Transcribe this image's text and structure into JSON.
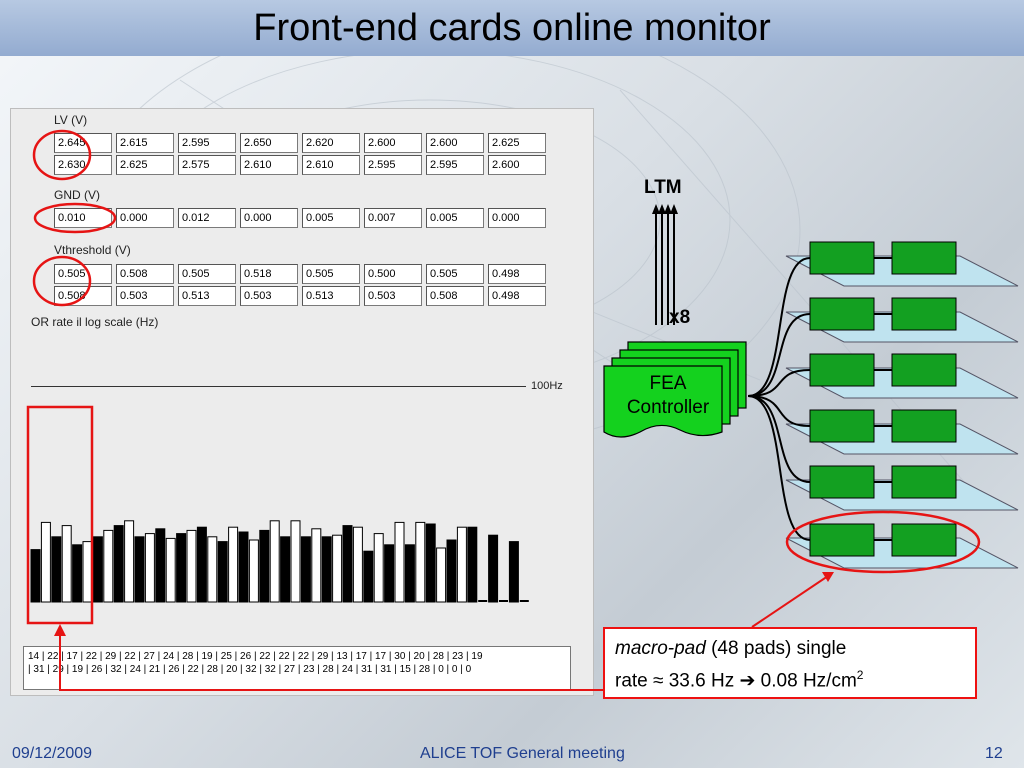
{
  "slide": {
    "title": "Front-end cards online monitor",
    "footer_date": "09/12/2009",
    "footer_center": "ALICE TOF General meeting",
    "page_number": "12"
  },
  "monitor": {
    "lv": {
      "label": "LV (V)",
      "rows": [
        [
          "2.645",
          "2.615",
          "2.595",
          "2.650",
          "2.620",
          "2.600",
          "2.600",
          "2.625"
        ],
        [
          "2.630",
          "2.625",
          "2.575",
          "2.610",
          "2.610",
          "2.595",
          "2.595",
          "2.600"
        ]
      ]
    },
    "gnd": {
      "label": "GND (V)",
      "rows": [
        [
          "0.010",
          "0.000",
          "0.012",
          "0.000",
          "0.005",
          "0.007",
          "0.005",
          "0.000"
        ]
      ]
    },
    "vth": {
      "label": "Vthreshold (V)",
      "rows": [
        [
          "0.505",
          "0.508",
          "0.505",
          "0.518",
          "0.505",
          "0.500",
          "0.505",
          "0.498"
        ],
        [
          "0.508",
          "0.503",
          "0.513",
          "0.503",
          "0.513",
          "0.503",
          "0.508",
          "0.498"
        ]
      ]
    },
    "rate_label": "OR rate il log scale (Hz)",
    "scale_label": "100Hz",
    "rates_line1": "14 | 22 | 17 | 22 | 29 | 22 | 27 | 24 | 28 | 19 | 25 | 26 | 22 | 22 | 22 | 29 | 13 | 17 | 17 | 30 | 20 | 28 | 23 | 19",
    "rates_line2": "| 31 | 29 | 19 | 26 | 32 | 24 | 21 | 26 | 22 | 28 | 20 | 32 | 32 | 27 | 23 | 28 | 24 | 31 | 31 | 15 | 28 | 0 | 0 | 0"
  },
  "chart_data": {
    "type": "bar",
    "title": "OR rate il log scale (Hz)",
    "scale_reference": "100Hz",
    "values": [
      14,
      31,
      22,
      29,
      17,
      19,
      22,
      26,
      29,
      32,
      22,
      24,
      27,
      21,
      24,
      26,
      28,
      22,
      19,
      28,
      25,
      20,
      26,
      32,
      22,
      32,
      22,
      27,
      22,
      23,
      29,
      28,
      13,
      24,
      17,
      31,
      17,
      31,
      30,
      15,
      20,
      28,
      28,
      0,
      23,
      0,
      19,
      0
    ],
    "colors": {
      "odd": "#000000",
      "even": "#ffffff"
    }
  },
  "diagram": {
    "ltm_label": "LTM",
    "multiplicity_label": "x8",
    "fea_label_line1": "FEA",
    "fea_label_line2": "Controller",
    "card_color": "#13a021",
    "plane_color": "#bfe3ef",
    "highlight_color": "#e61414"
  },
  "note": {
    "italic": "macro-pad",
    "text1": " (48 pads) single",
    "text2": "rate ≈ 33.6 Hz ➔ 0.08 Hz/cm",
    "superscript": "2"
  }
}
